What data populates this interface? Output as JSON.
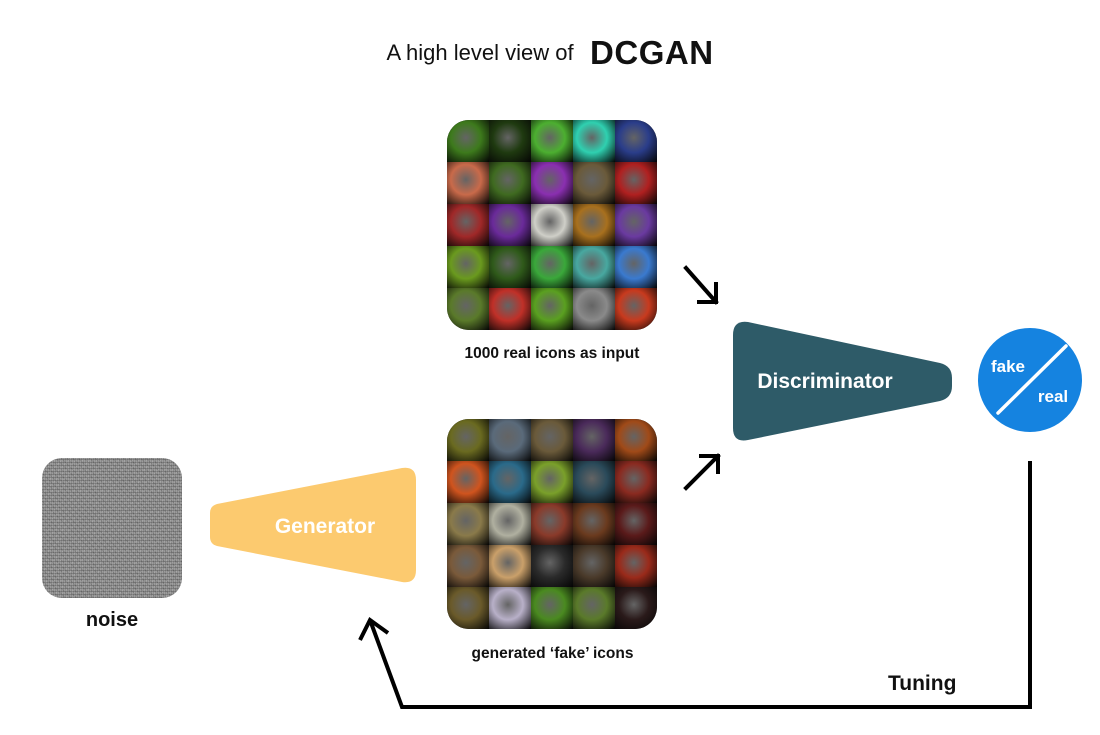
{
  "title": {
    "prefix": "A high level view of",
    "main": "DCGAN"
  },
  "real_icons": {
    "caption": "1000 real icons as input",
    "tiles": [
      "#3d7a1c",
      "#1f3a10",
      "#4caf30",
      "#2fd0b0",
      "#2a3d8a",
      "#c96a4a",
      "#3f6a20",
      "#8a2fb0",
      "#6a5a3a",
      "#b02020",
      "#a02828",
      "#6a2a9a",
      "#cfcfc8",
      "#a8701e",
      "#6a3aa0",
      "#6a9a1e",
      "#2f5a1a",
      "#3aa83a",
      "#48a8a0",
      "#3a7acf",
      "#5a7a2a",
      "#c03028",
      "#5aa020",
      "#8a8a8a",
      "#c83a1e"
    ]
  },
  "fake_icons": {
    "caption": "generated ‘fake’ icons",
    "tiles": [
      "#6a6a20",
      "#5a6a7a",
      "#6a5a3a",
      "#4a2a5a",
      "#a04a18",
      "#d0541e",
      "#2a6a8a",
      "#7aa02a",
      "#2a4a5a",
      "#8a2a20",
      "#8a7a4a",
      "#b0b0a0",
      "#8a3a2a",
      "#6a3a1e",
      "#5a1a1a",
      "#7a5a3a",
      "#caa06a",
      "#2a2a2a",
      "#4a3a2a",
      "#9a2a1a",
      "#6a5a2a",
      "#b8b0c8",
      "#4a8a20",
      "#5a7a2a",
      "#2a1a1a"
    ]
  },
  "noise": {
    "label": "noise"
  },
  "generator": {
    "label": "Generator",
    "color": "#fcca6f"
  },
  "discriminator": {
    "label": "Discriminator",
    "color": "#2e5b68"
  },
  "output": {
    "fake": "fake",
    "real": "real",
    "color": "#1583e0"
  },
  "feedback": {
    "label": "Tuning"
  }
}
